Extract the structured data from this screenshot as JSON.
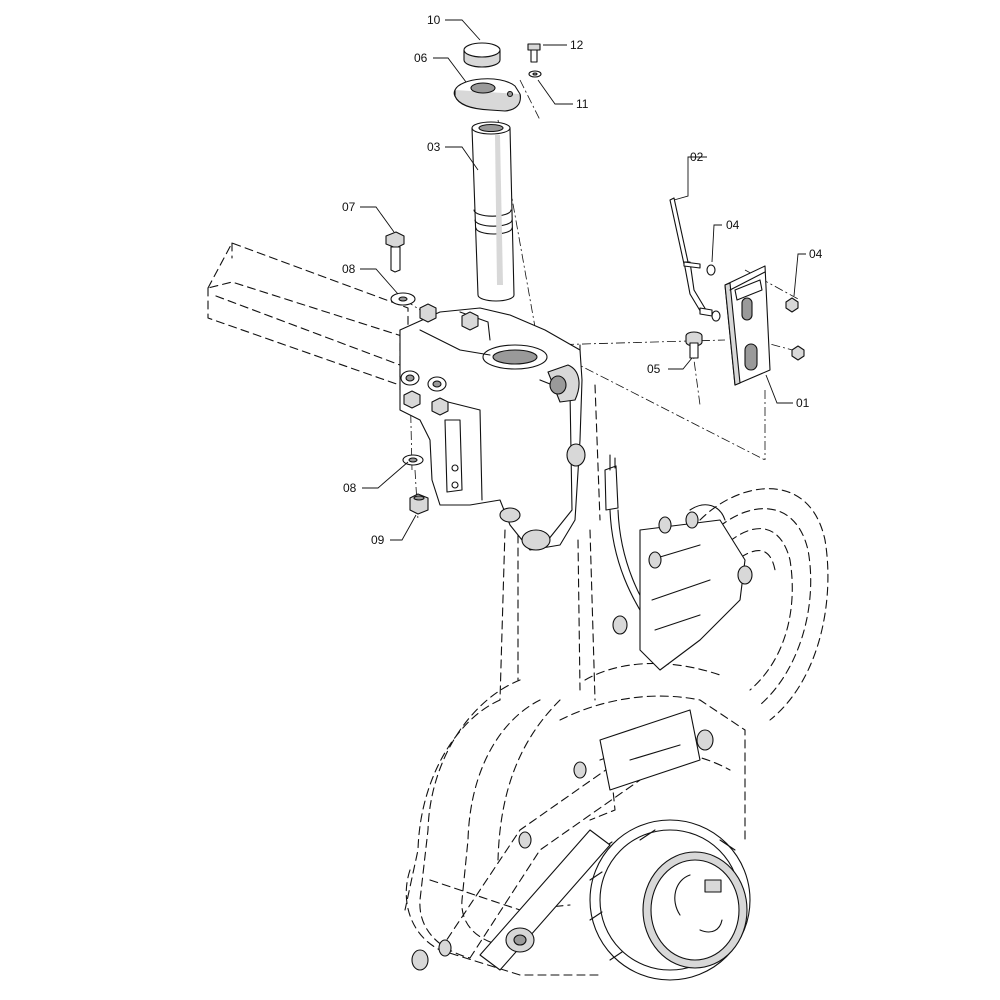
{
  "callouts": [
    {
      "id": "c10",
      "label": "10",
      "part": "cap"
    },
    {
      "id": "c06",
      "label": "06",
      "part": "mounting-plate"
    },
    {
      "id": "c12",
      "label": "12",
      "part": "bolt"
    },
    {
      "id": "c11",
      "label": "11",
      "part": "washer"
    },
    {
      "id": "c03",
      "label": "03",
      "part": "king-pin-sleeve"
    },
    {
      "id": "c02",
      "label": "02",
      "part": "rod"
    },
    {
      "id": "c04a",
      "label": "04",
      "part": "washer"
    },
    {
      "id": "c04b",
      "label": "04",
      "part": "nut"
    },
    {
      "id": "c07",
      "label": "07",
      "part": "bolt"
    },
    {
      "id": "c08a",
      "label": "08",
      "part": "washer"
    },
    {
      "id": "c05",
      "label": "05",
      "part": "bolt"
    },
    {
      "id": "c01",
      "label": "01",
      "part": "bracket"
    },
    {
      "id": "c08b",
      "label": "08",
      "part": "washer"
    },
    {
      "id": "c09",
      "label": "09",
      "part": "nut"
    }
  ],
  "colors": {
    "line": "#111111",
    "shade": "#d8d8d8",
    "dark": "#9a9a9a"
  }
}
